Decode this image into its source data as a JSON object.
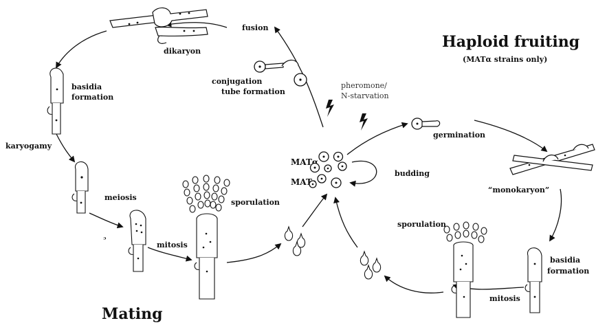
{
  "title": {
    "haploid_fruiting": "Haploid fruiting",
    "haploid_sub": "(MATα strains only)",
    "mating": "Mating"
  },
  "labels": {
    "fusion": "fusion",
    "dikaryon": "dikaryon",
    "basidia_formation_1": "basidia",
    "basidia_formation_2": "formation",
    "karyogamy": "karyogamy",
    "meiosis": "meiosis",
    "mitosis_left": "mitosis",
    "sporulation_left": "sporulation",
    "conjugation_1": "conjugation",
    "conjugation_2": "tube formation",
    "pheromone_1": "pheromone/",
    "pheromone_2": "N-starvation",
    "mat_alpha": "MATα",
    "mat_a": "MATa",
    "budding": "budding",
    "germination": "germination",
    "monokaryon": "“monokaryon”",
    "sporulation_right": "sporulation",
    "basidia_right_1": "basidia",
    "basidia_right_2": "formation",
    "mitosis_right": "mitosis",
    "stray_mark": "ᵓ"
  },
  "icons": {
    "lightning": "lightning-bolt-icon"
  }
}
